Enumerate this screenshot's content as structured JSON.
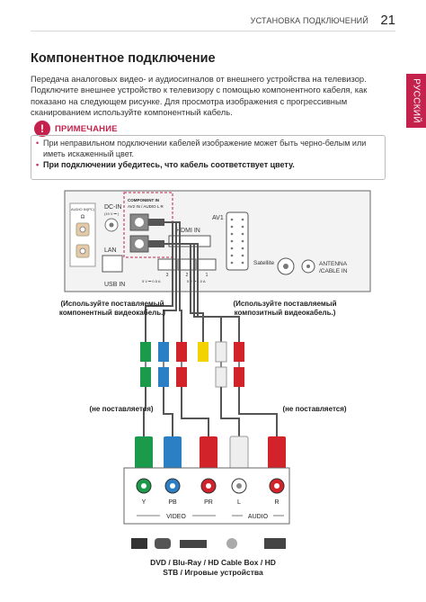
{
  "header": {
    "section": "УСТАНОВКА ПОДКЛЮЧЕНИЙ",
    "page": "21"
  },
  "side_tab": "РУССКИЙ",
  "title": "Компонентное подключение",
  "intro": "Передача аналоговых видео- и аудиосигналов от внешнего устройства на телевизор. Подключите внешнее устройство к телевизору с помощью компонентного кабеля, как показано на следующем рисунке. Для просмотра изображения с прогрессивным сканированием используйте компонентный кабель.",
  "note": {
    "title": "ПРИМЕЧАНИЕ",
    "items": [
      "При неправильном подключении кабелей изображение может быть черно-белым или иметь искаженный цвет.",
      "При подключении убедитесь, что кабель соответствует цвету."
    ]
  },
  "panel": {
    "audio_in": "AUDIO IN(PC)",
    "dc_in": "DC-IN",
    "dc_sub": "(19 V ⎓ )",
    "lan": "LAN",
    "usb": "USB IN",
    "component_in": "COMPONENT IN",
    "av2_in": "AV2 IN / AUDIO L R",
    "hdmi_in": "HDMI IN",
    "av1": "AV1",
    "satellite": "Satellite",
    "antenna": "ANTENNA /CABLE IN",
    "hdmi_ports": [
      "3",
      "2",
      "1"
    ],
    "usb_marks": [
      "5 V ⎓ 0.5 A",
      "5 V ⎓ 1.0 A"
    ]
  },
  "labels": {
    "component_cable": "(Используйте поставляемый компонентный видеокабель.)",
    "composite_cable": "(Используйте поставляемый композитный видеокабель.)",
    "not_supplied_left": "(не поставляется)",
    "not_supplied_right": "(не поставляется)"
  },
  "device_ports": {
    "y": "Y",
    "pb": "PB",
    "pr": "PR",
    "l": "L",
    "r": "R",
    "video": "VIDEO",
    "audio": "AUDIO"
  },
  "devices": {
    "line1": "DVD / Blu-Ray / HD Cable Box / HD",
    "line2": "STB / Игровые устройства"
  },
  "colors": {
    "accent": "#c4224c",
    "green": "#1b9a4b",
    "blue": "#2b7fc4",
    "red": "#d2232a",
    "yellow": "#f2d200"
  }
}
